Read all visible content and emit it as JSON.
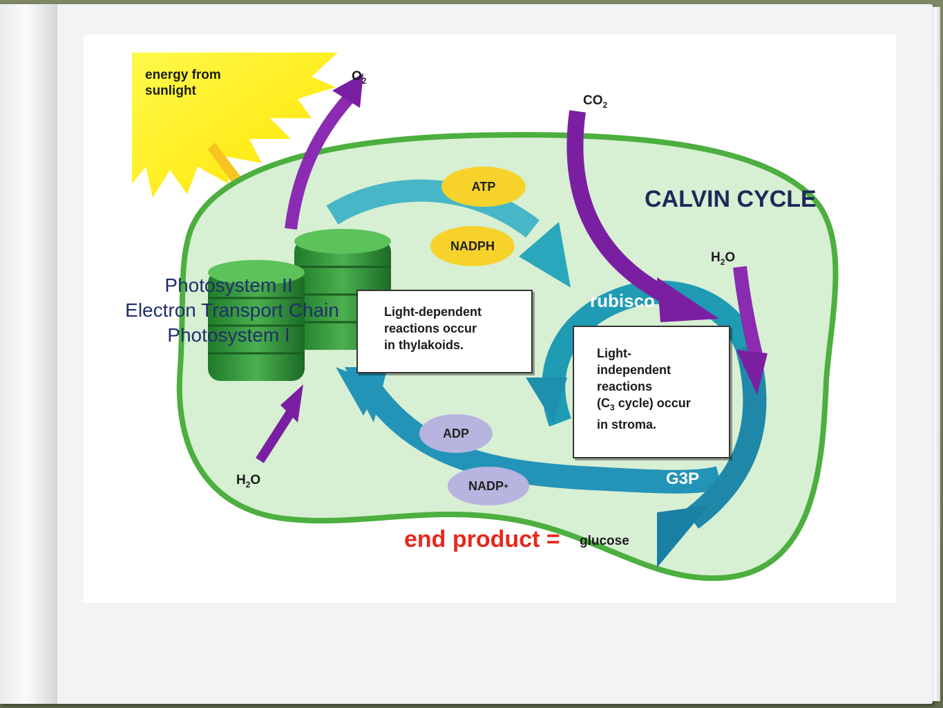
{
  "diagram": {
    "sunlight_label": "energy from sunlight",
    "o2_label": "O",
    "o2_sub": "2",
    "co2_label": "CO",
    "co2_sub": "2",
    "calvin_title": "CALVIN CYCLE",
    "h2o_top": "H",
    "h2o_top_sub": "2",
    "h2o_top_o": "O",
    "h2o_bottom": "H",
    "h2o_bottom_sub": "2",
    "h2o_bottom_o": "O",
    "atp": "ATP",
    "nadph": "NADPH",
    "adp": "ADP",
    "nadp": "NADP",
    "nadp_sup": "+",
    "rubisco": "rubisco",
    "g3p": "G3P",
    "photosystem_ii": "Photosystem II",
    "etc": "Electron Transport Chain",
    "photosystem_i": "Photosystem I",
    "light_dependent_box": [
      "Light-dependent",
      "reactions occur",
      "in thylakoids."
    ],
    "light_independent_box": [
      "Light-",
      "independent",
      "reactions",
      "(C",
      "3",
      " cycle) occur",
      "in stroma."
    ],
    "end_product": "end product =",
    "glucose": "glucose"
  },
  "colors": {
    "chloroplast_fill": "#d7efd3",
    "chloroplast_border": "#4caf3f",
    "purple_arrow": "#7b1fa2",
    "teal_arrow": "#1f9bb3",
    "yellow_pill": "#f6d22b",
    "lavender_pill": "#b7b4e0",
    "end_product": "#e8281e",
    "calvin_title": "#1a2a5a"
  }
}
